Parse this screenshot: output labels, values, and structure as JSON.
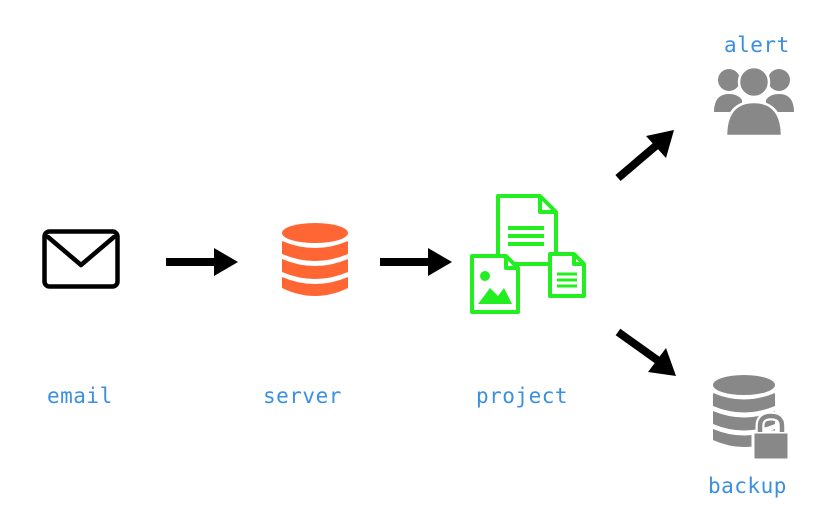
{
  "diagram": {
    "label_color": "#3b8fe0",
    "nodes": {
      "email": {
        "label": "email",
        "icon": "envelope-icon",
        "color": "#000000"
      },
      "server": {
        "label": "server",
        "icon": "database-icon",
        "color": "#ff6633"
      },
      "project": {
        "label": "project",
        "icon": "document-files-icon",
        "color": "#22ee22"
      },
      "alert": {
        "label": "alert",
        "icon": "users-icon",
        "color": "#888888"
      },
      "backup": {
        "label": "backup",
        "icon": "database-lock-icon",
        "color": "#888888"
      }
    },
    "edges": [
      {
        "from": "email",
        "to": "server"
      },
      {
        "from": "server",
        "to": "project"
      },
      {
        "from": "project",
        "to": "alert"
      },
      {
        "from": "project",
        "to": "backup"
      }
    ],
    "arrow_color": "#000000"
  }
}
